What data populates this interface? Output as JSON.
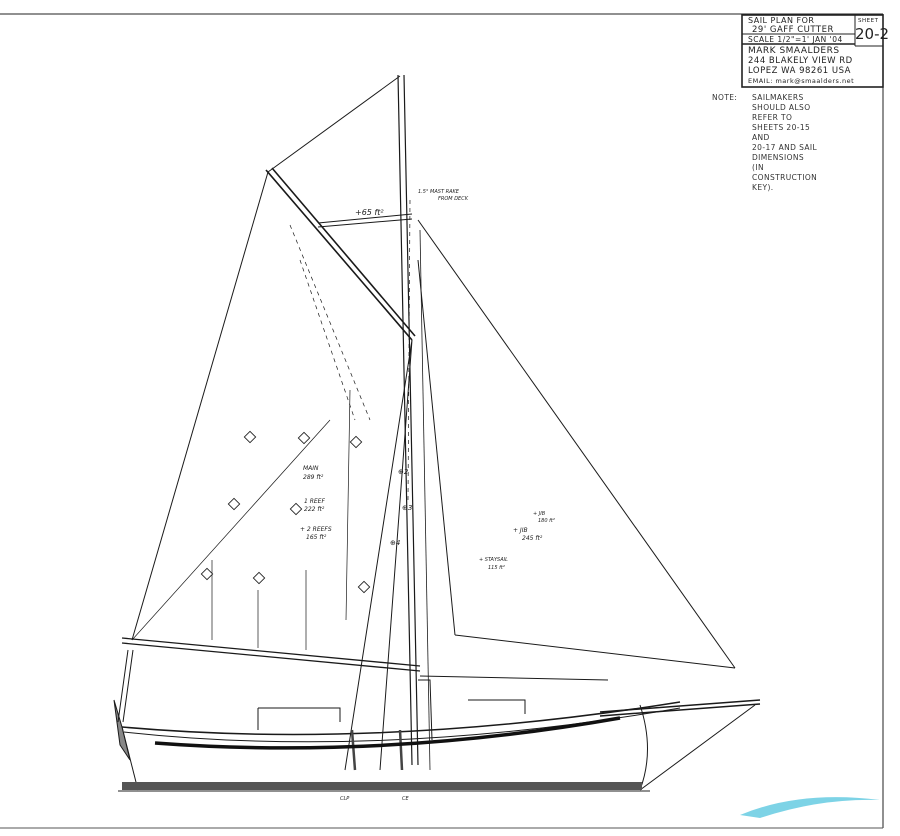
{
  "title_block": {
    "title_line1": "SAIL PLAN FOR",
    "title_line2": "29' GAFF CUTTER",
    "scale": "SCALE 1/2\"=1'  JAN '04",
    "sheet_label": "SHEET",
    "sheet_number": "20-2",
    "designer": "MARK SMAALDERS",
    "address1": "244 BLAKELY VIEW RD",
    "address2": "LOPEZ  WA  98261  USA",
    "email": "EMAIL: mark@smaalders.net"
  },
  "note": {
    "label": "NOTE:",
    "lines": [
      "SAILMAKERS SHOULD ALSO",
      "REFER TO SHEETS 20-15 AND",
      "20-17 AND SAIL DIMENSIONS",
      "(IN CONSTRUCTION KEY)."
    ]
  },
  "labels": {
    "topsail": "+65 ft²",
    "mast_rake_1": "1.5° MAST RAKE",
    "mast_rake_2": "FROM DECK",
    "main_1": "MAIN",
    "main_2": "289 ft²",
    "reef1_1": "1 REEF",
    "reef1_2": "222 ft²",
    "reef2_1": "+ 2 REEFS",
    "reef2_2": "165 ft²",
    "jib_small_1": "+ JIB",
    "jib_small_2": "180 ft²",
    "jib_large_1": "+ JIB",
    "jib_large_2": "245 ft²",
    "staysail_1": "+ STAYSAIL",
    "staysail_2": "115 ft²",
    "point2": "⊕2",
    "point3": "⊕3",
    "point4": "⊕4",
    "clp": "CLP",
    "ce": "CE"
  },
  "colors": {
    "ink": "#1a1a1a",
    "watermark": "#5cc8e0"
  }
}
